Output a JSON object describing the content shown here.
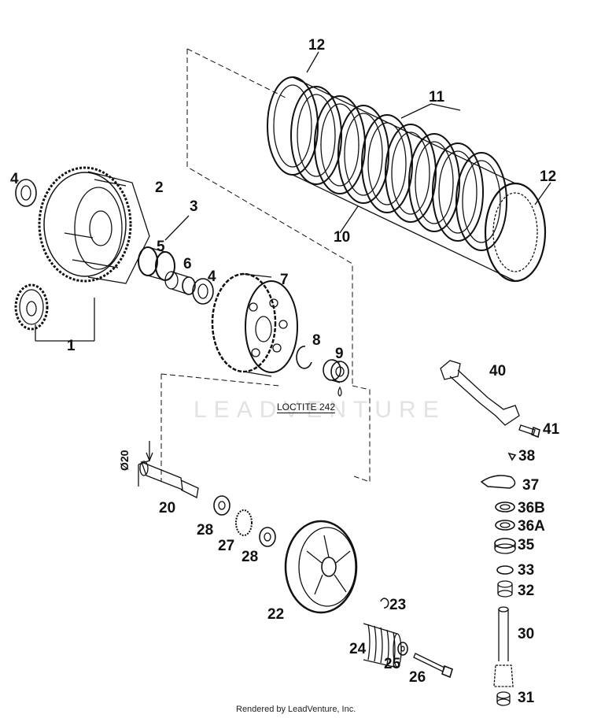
{
  "callouts": {
    "c1": "1",
    "c2": "2",
    "c3": "3",
    "c4a": "4",
    "c4b": "4",
    "c5": "5",
    "c6": "6",
    "c7": "7",
    "c8": "8",
    "c9": "9",
    "c10": "10",
    "c11": "11",
    "c12a": "12",
    "c12b": "12",
    "c20": "20",
    "c22": "22",
    "c23": "23",
    "c24": "24",
    "c25": "25",
    "c26": "26",
    "c27": "27",
    "c28a": "28",
    "c28b": "28",
    "c30": "30",
    "c31": "31",
    "c32": "32",
    "c33": "33",
    "c35": "35",
    "c36a": "36A",
    "c36b": "36B",
    "c37": "37",
    "c38": "38",
    "c40": "40",
    "c41": "41"
  },
  "dimension_label": "Ø20",
  "loctite_label": "LOCTITE 242",
  "watermark": "LEADVENTURE",
  "footer": "Rendered by LeadVenture, Inc."
}
